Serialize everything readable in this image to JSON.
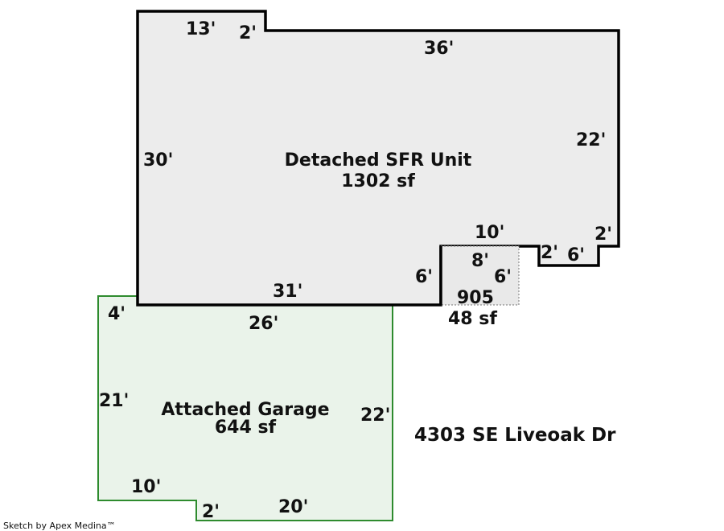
{
  "colors": {
    "house_fill": "#ececec",
    "house_stroke": "#000000",
    "garage_fill": "#eaf3ea",
    "garage_stroke": "#2e8b2e",
    "porch_fill": "#e9e9e9",
    "porch_stroke": "#777777"
  },
  "house": {
    "name": "Detached SFR Unit",
    "area": "1302 sf",
    "dims": {
      "top_left": "13'",
      "top_jog": "2'",
      "top_main": "36'",
      "right_upper": "22'",
      "right_jog": "2'",
      "right_step": "6'",
      "step_jog": "2'",
      "notch_top": "10'",
      "notch_left": "6'",
      "left": "30'",
      "bottom": "31'"
    }
  },
  "porch": {
    "name": "905",
    "area": "48 sf",
    "dims": {
      "top": "8'",
      "right": "6'"
    }
  },
  "garage": {
    "name": "Attached Garage",
    "area": "644 sf",
    "dims": {
      "top_jog": "4'",
      "top": "26'",
      "left": "21'",
      "right": "22'",
      "bottom_left": "10'",
      "bottom_jog": "2'",
      "bottom_right": "20'"
    }
  },
  "address": "4303 SE Liveoak Dr",
  "credit": "Sketch by Apex Medina™"
}
